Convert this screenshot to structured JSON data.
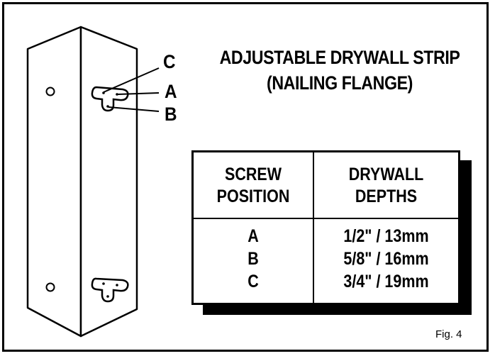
{
  "title": {
    "line1": "ADJUSTABLE DRYWALL STRIP",
    "line2": "(NAILING FLANGE)"
  },
  "callouts": [
    "C",
    "A",
    "B"
  ],
  "table": {
    "headers": {
      "left": [
        "SCREW",
        "POSITION"
      ],
      "right": [
        "DRYWALL",
        "DEPTHS"
      ]
    },
    "rows": [
      {
        "position": "A",
        "depth": "1/2\" / 13mm"
      },
      {
        "position": "B",
        "depth": "5/8\" / 16mm"
      },
      {
        "position": "C",
        "depth": "3/4\" / 19mm"
      }
    ]
  },
  "figure_label": "Fig. 4"
}
